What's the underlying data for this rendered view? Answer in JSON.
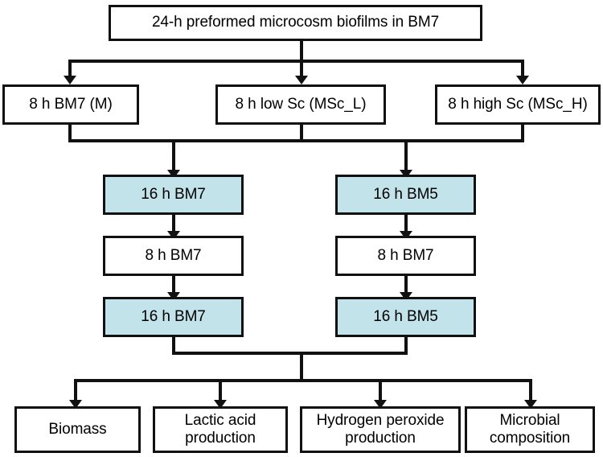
{
  "diagram": {
    "title": "Microcosm biofilm experimental design flowchart",
    "colors": {
      "line": "#111111",
      "box_fill": "#ffffff",
      "highlight_fill": "#c2e3e9",
      "text": "#000000"
    },
    "levels": {
      "root": {
        "label": "24-h preformed microcosm biofilms in BM7"
      },
      "treatments": [
        {
          "label": "8 h BM7 (M)"
        },
        {
          "label": "8 h low Sc (MSc_L)"
        },
        {
          "label": "8 h high Sc (MSc_H)"
        }
      ],
      "stage_one": [
        {
          "label": "16 h BM7",
          "highlighted": true
        },
        {
          "label": "16 h BM5",
          "highlighted": true
        }
      ],
      "stage_two": [
        {
          "label": "8 h BM7",
          "highlighted": false
        },
        {
          "label": "8 h BM7",
          "highlighted": false
        }
      ],
      "stage_three": [
        {
          "label": "16 h BM7",
          "highlighted": true
        },
        {
          "label": "16 h BM5",
          "highlighted": true
        }
      ],
      "outcomes": [
        {
          "label": "Biomass"
        },
        {
          "label": "Lactic acid\nproduction"
        },
        {
          "label": "Hydrogen peroxide\nproduction"
        },
        {
          "label": "Microbial\ncomposition"
        }
      ]
    }
  }
}
